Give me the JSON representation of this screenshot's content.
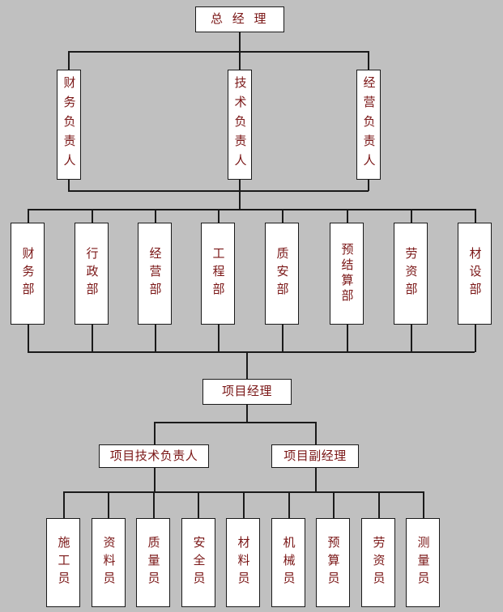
{
  "meta": {
    "background_color": "#c0c0c0",
    "box_fill_color": "#ffffff",
    "box_border_color": "#1a1a1a",
    "text_color": "#7a1616"
  },
  "level1": {
    "title": "总 经 理"
  },
  "level2": [
    {
      "label": "财务负责人"
    },
    {
      "label": "技术负责人"
    },
    {
      "label": "经营负责人"
    }
  ],
  "level3": [
    {
      "label": "财务部"
    },
    {
      "label": "行政部"
    },
    {
      "label": "经营部"
    },
    {
      "label": "工程部"
    },
    {
      "label": "质安部"
    },
    {
      "label": "预结算部"
    },
    {
      "label": "劳资部"
    },
    {
      "label": "材设部"
    }
  ],
  "level4": {
    "label": "项目经理"
  },
  "level5": [
    {
      "label": "项目技术负责人"
    },
    {
      "label": "项目副经理"
    }
  ],
  "level6": [
    {
      "label": "施工员"
    },
    {
      "label": "资料员"
    },
    {
      "label": "质量员"
    },
    {
      "label": "安全员"
    },
    {
      "label": "材料员"
    },
    {
      "label": "机械员"
    },
    {
      "label": "预算员"
    },
    {
      "label": "劳资员"
    },
    {
      "label": "测量员"
    }
  ]
}
